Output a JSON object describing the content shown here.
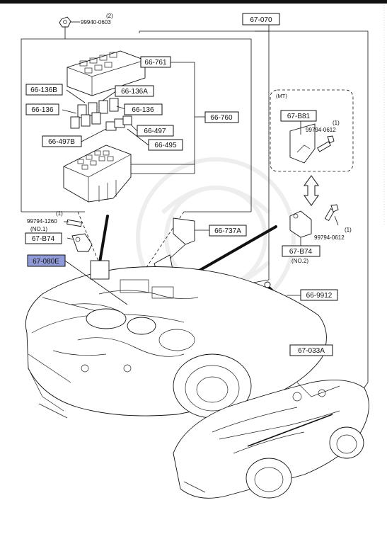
{
  "labels": {
    "l67070": "67-070",
    "l66761": "66-761",
    "l66136B": "66-136B",
    "l66136A": "66-136A",
    "l66136a": "66-136",
    "l66136b": "66-136",
    "l66760": "66-760",
    "l66497": "66-497",
    "l66497B": "66-497B",
    "l66495": "66-495",
    "l66737A": "66-737A",
    "l67B74a": "67-B74",
    "l67080E": "67-080E",
    "l67B81": "67-B81",
    "l67B74b": "67-B74",
    "l669912": "66-9912",
    "l67033A": "67-033A"
  },
  "parts": {
    "p1_qty": "(2)",
    "p1_num": "99940-0603",
    "p2_qty": "(1)",
    "p2_num": "99794-1260",
    "p2_note": "(NO.1)",
    "p3_qty": "(1)",
    "p3_num": "99794-0612",
    "p4_qty": "(1)",
    "p4_num": "99794-0612",
    "p4_note": "(NO.2)",
    "mt_note": "(MT)"
  },
  "colors": {
    "highlight": "#8f9ad6",
    "ink": "#111111"
  }
}
